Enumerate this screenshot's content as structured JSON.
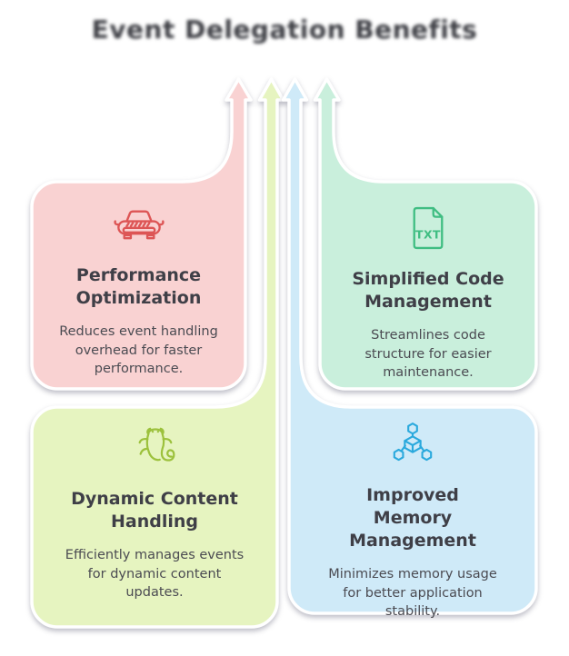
{
  "title": "Event Delegation Benefits",
  "colors": {
    "background": "#ffffff",
    "pink_card": "#f9d2d2",
    "mint_card": "#c9efdc",
    "lime_card": "#e6f4c0",
    "blue_card": "#cfeaf8",
    "outline_white": "#ffffff",
    "car_icon_stroke": "#dd5555",
    "txt_file_icon_stroke": "#3fbd82",
    "gecko_icon_stroke": "#9cc13c",
    "molecule_icon_stroke": "#2aa9dd",
    "heading_text": "#3f3f47",
    "body_text": "#4b4b52"
  },
  "cards": [
    {
      "icon": "car-icon",
      "heading": "Performance Optimization",
      "body": "Reduces event handling overhead for faster performance."
    },
    {
      "icon": "txt-file-icon",
      "heading": "Simplified Code Management",
      "body": "Streamlines code structure for easier maintenance."
    },
    {
      "icon": "gecko-icon",
      "heading": "Dynamic Content Handling",
      "body": "Efficiently manages events for dynamic content updates."
    },
    {
      "icon": "molecule-icon",
      "heading": "Improved Memory Management",
      "body": "Minimizes memory usage for better application stability."
    }
  ],
  "file_icon_label": "TXT"
}
